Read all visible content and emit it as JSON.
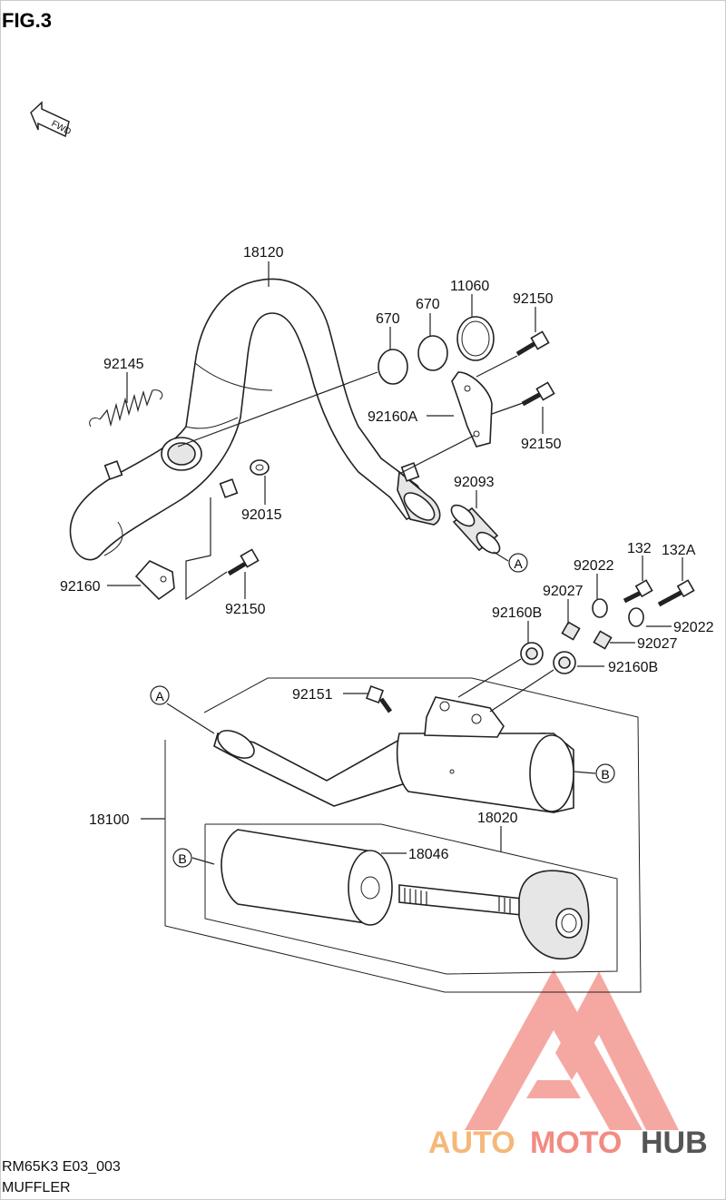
{
  "figure_title": "FIG.3",
  "fwd_text": "FWD",
  "callouts": {
    "p18120": "18120",
    "p92145": "92145",
    "p670a": "670",
    "p670b": "670",
    "p11060": "11060",
    "p92150a": "92150",
    "p92160A": "92160A",
    "p92150b": "92150",
    "p92015": "92015",
    "p92093": "92093",
    "p92160": "92160",
    "p92150c": "92150",
    "p92022a": "92022",
    "p132": "132",
    "p132A": "132A",
    "p92027a": "92027",
    "p92160Ba": "92160B",
    "p92022b": "92022",
    "p92027b": "92027",
    "p92160Bb": "92160B",
    "p92151": "92151",
    "p18100": "18100",
    "p18020": "18020",
    "p18046": "18046"
  },
  "refs": {
    "a1": "A",
    "a2": "A",
    "b1": "B",
    "b2": "B"
  },
  "footer": {
    "model_code": "RM65K3 E03_003",
    "section": "MUFFLER"
  },
  "watermark": {
    "auto": "AUTO",
    "moto": "MOTO",
    "hub": "HUB",
    "colors": {
      "auto": "#f5b87a",
      "moto": "#f28b82",
      "hub": "#555555",
      "logo": "#f28b82"
    }
  }
}
